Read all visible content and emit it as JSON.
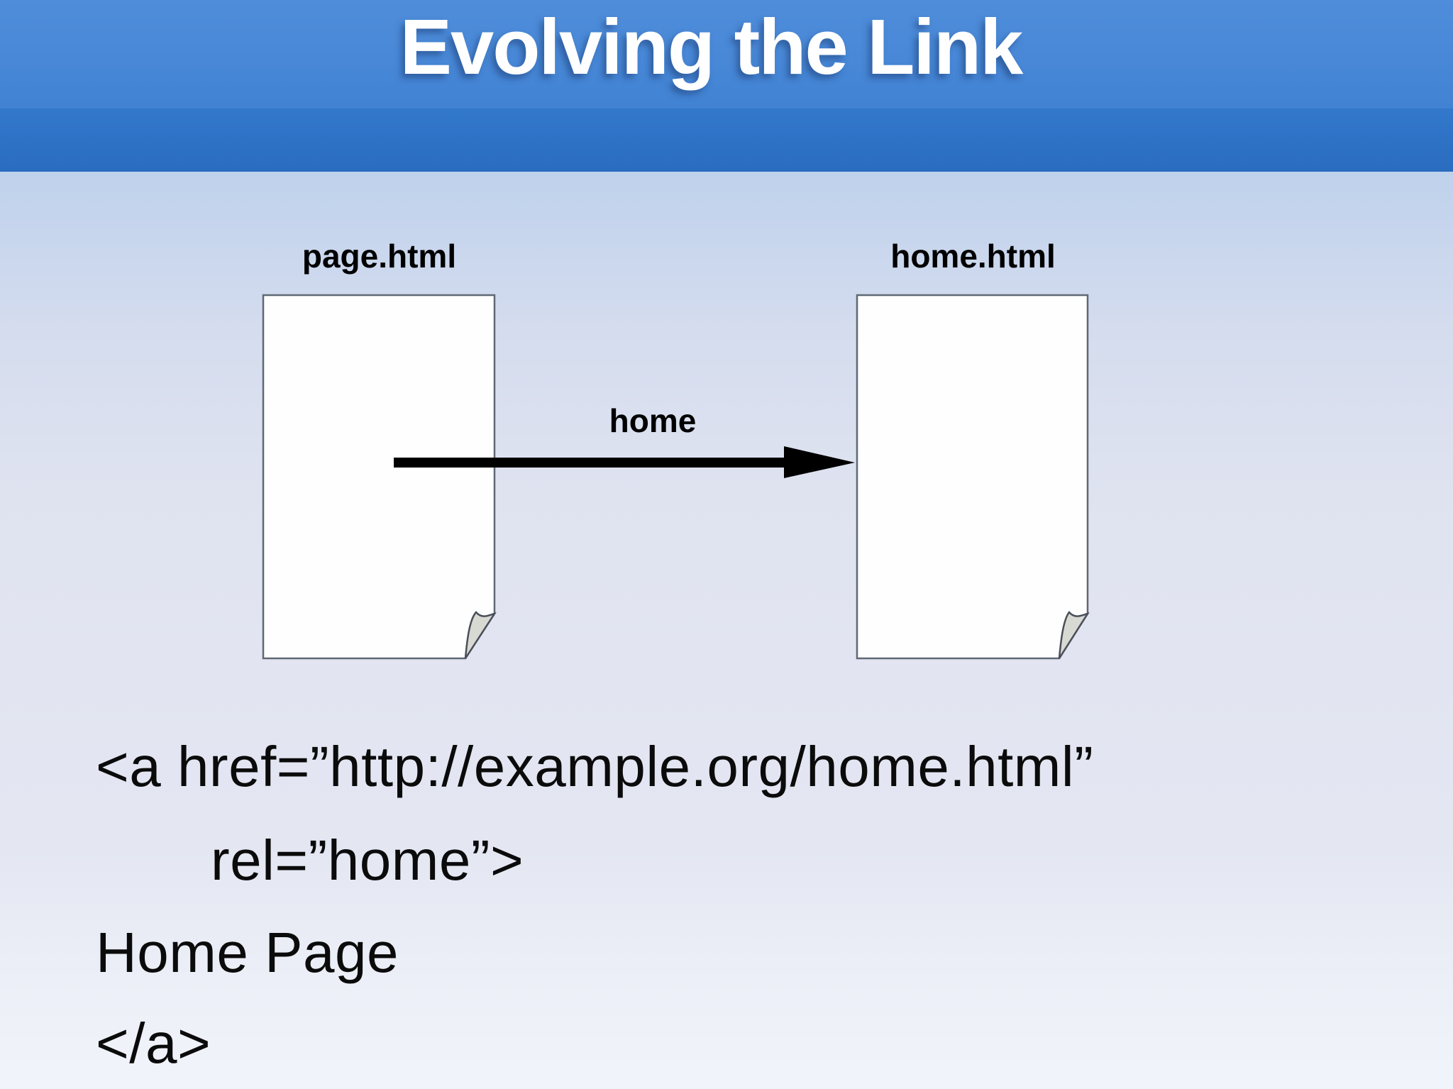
{
  "slide": {
    "title": "Evolving the Link"
  },
  "diagram": {
    "source_doc": {
      "label": "page.html"
    },
    "target_doc": {
      "label": "home.html"
    },
    "arrow_label": "home"
  },
  "code": {
    "lines": [
      "<a href=”http://example.org/home.html”",
      "rel=”home”>",
      "Home Page",
      "</a>"
    ]
  },
  "colors": {
    "header_top_band": "#4888d7",
    "header_accent_band": "#2d71c5",
    "title_text": "#ffffff",
    "background_top": "#a9c5e8",
    "background_bottom": "#f1f4fa",
    "page_fill": "#fdfefd",
    "page_border": "#5f6875",
    "fold_fill": "#d9d9d3",
    "arrow": "#000000",
    "text": "#0b0b0b"
  }
}
